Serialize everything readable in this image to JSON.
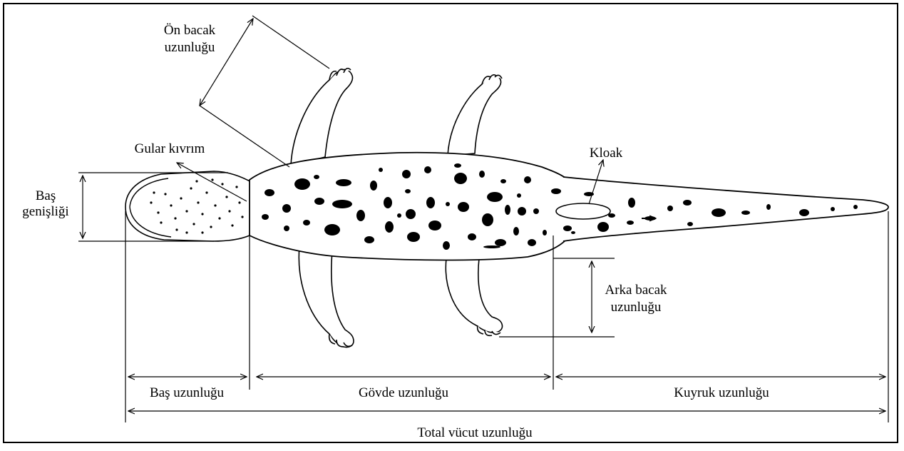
{
  "labels": {
    "fore_leg_line1": "Ön bacak",
    "fore_leg_line2": "uzunluğu",
    "gular_fold": "Gular kıvrım",
    "head_width_line1": "Baş",
    "head_width_line2": "genişliği",
    "cloaca": "Kloak",
    "hind_leg_line1": "Arka bacak",
    "hind_leg_line2": "uzunluğu",
    "head_length": "Baş uzunluğu",
    "body_length": "Gövde uzunluğu",
    "tail_length": "Kuyruk uzunluğu",
    "total_length": "Total vücut uzunluğu"
  }
}
